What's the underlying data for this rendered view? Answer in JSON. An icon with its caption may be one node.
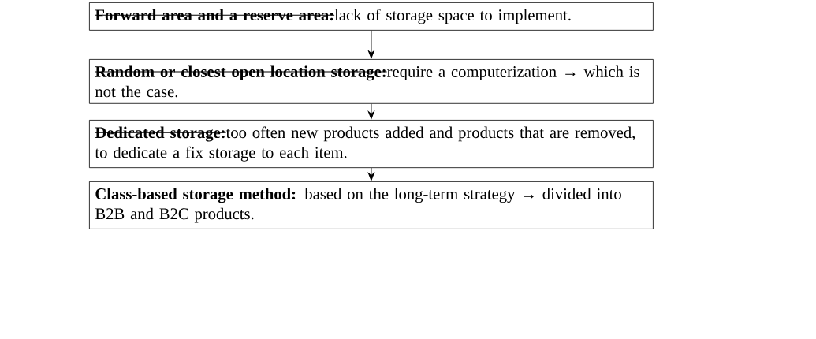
{
  "diagram": {
    "nodes": [
      {
        "text": [
          "Forward area and a reserve area:",
          "lack of storage space to implement."
        ]
      },
      {
        "text": [
          "Random or closest open location storage:",
          "require a computerization → which is not the case."
        ]
      },
      {
        "text": [
          "Dedicated storage:",
          "too often new products added and products that are removed, to dedicate a fix storage to each item."
        ]
      },
      {
        "text": [
          "Class-based storage method:",
          "based on the long-term strategy → divided into B2B and B2C products."
        ]
      }
    ],
    "edges": [
      {
        "from": 0,
        "to": 1,
        "arrow": "to"
      },
      {
        "from": 1,
        "to": 2,
        "arrow": "to"
      },
      {
        "from": 2,
        "to": 3,
        "arrow": "to"
      }
    ]
  }
}
